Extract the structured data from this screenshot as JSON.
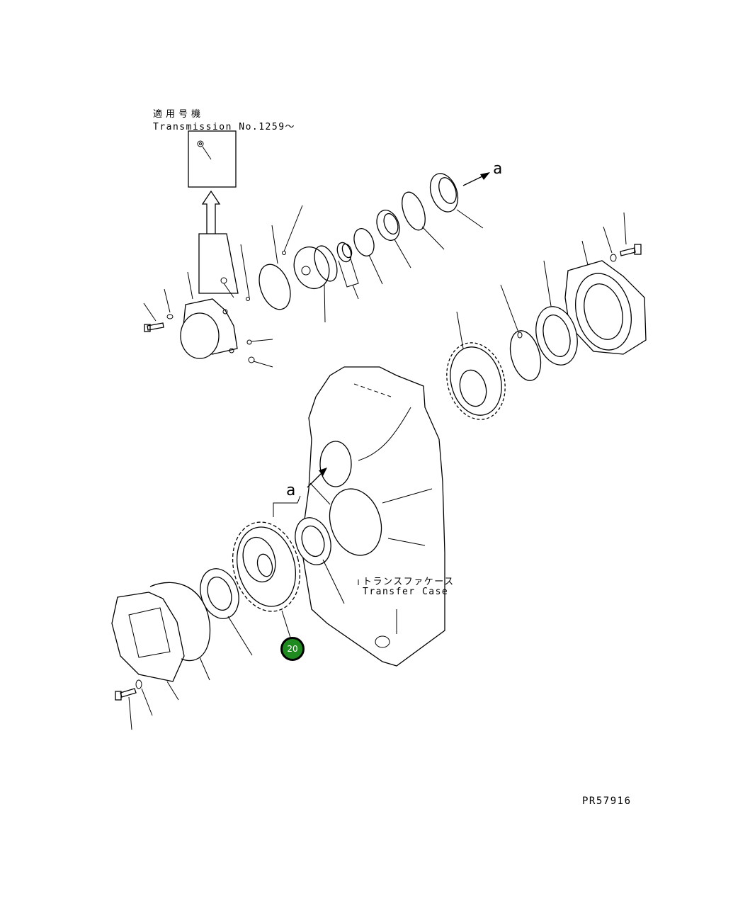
{
  "inset": {
    "applicable_label": "適用号機",
    "serial_label": "Transmission No.1259〜"
  },
  "labels": {
    "transfer_case_jp": "トランスファケース",
    "transfer_case_en": "Transfer Case",
    "ref_a_top": "a",
    "ref_a_case": "a"
  },
  "callouts": [
    {
      "number": "20",
      "color": "#1f8a1f"
    }
  ],
  "drawing_number": "PR57916"
}
